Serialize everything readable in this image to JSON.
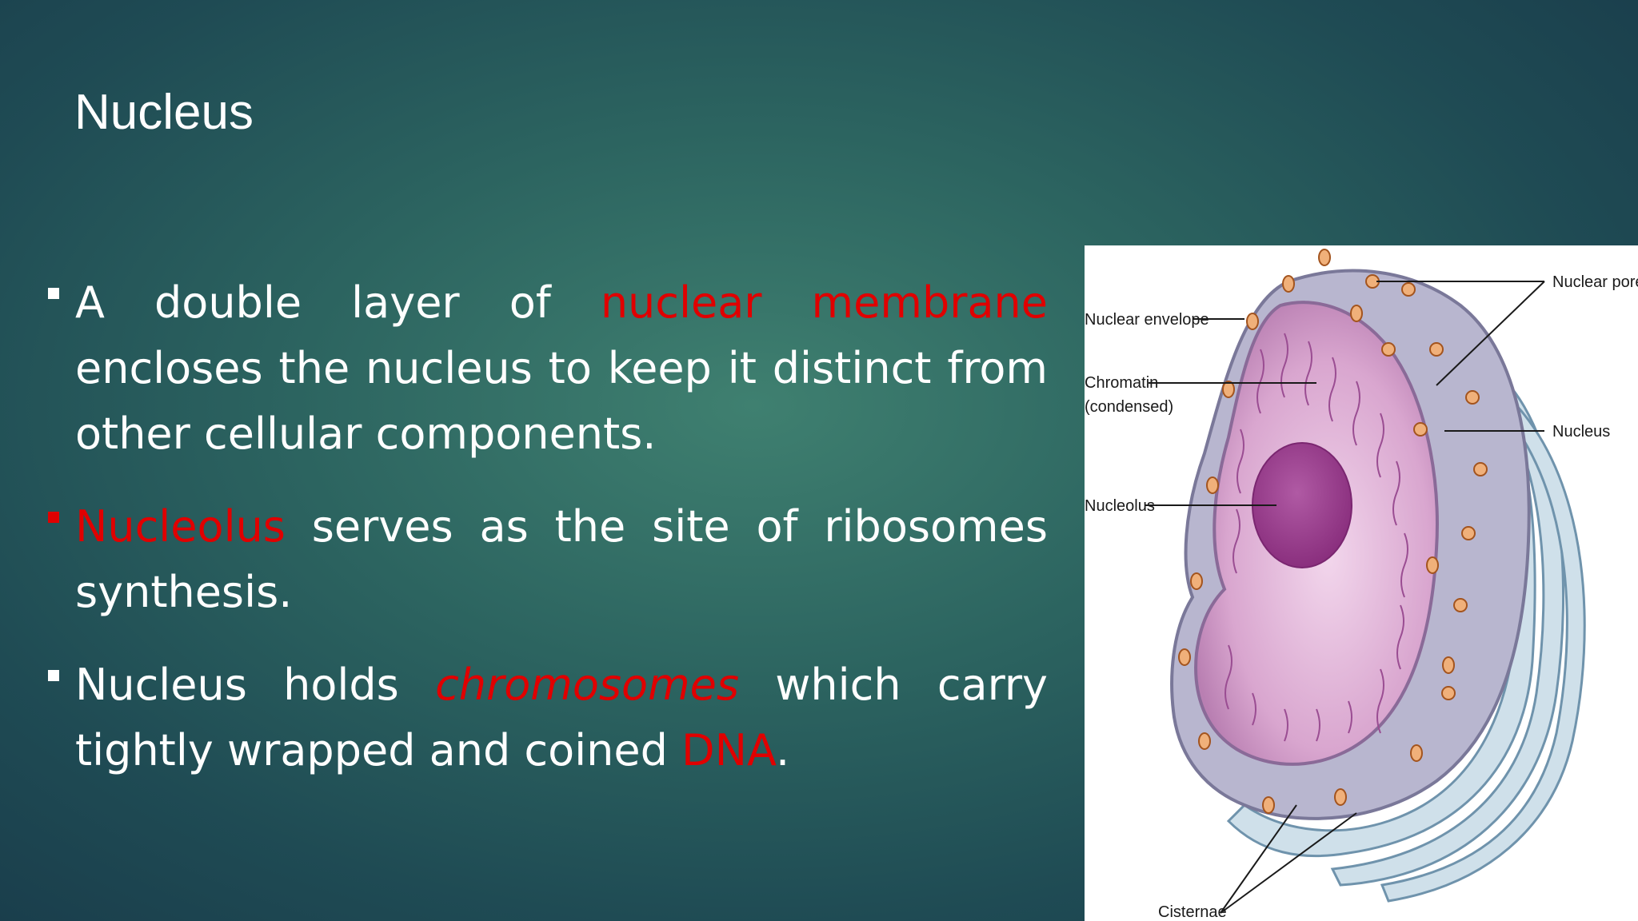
{
  "slide": {
    "title": "Nucleus",
    "bullets": [
      {
        "marker_color": "#ffffff",
        "segments": [
          {
            "text": "A double layer of ",
            "color": "#ffffff"
          },
          {
            "text": "nuclear membrane",
            "color": "#e00000"
          },
          {
            "text": " encloses the nucleus to keep it distinct from other cellular components.",
            "color": "#ffffff"
          }
        ]
      },
      {
        "marker_color": "#e00000",
        "segments": [
          {
            "text": "Nucleolus",
            "color": "#e00000"
          },
          {
            "text": " serves as the site of ribosomes synthesis.",
            "color": "#ffffff"
          }
        ]
      },
      {
        "marker_color": "#ffffff",
        "segments": [
          {
            "text": "Nucleus holds ",
            "color": "#ffffff"
          },
          {
            "text": "chromosomes",
            "color": "#e00000",
            "italic": true
          },
          {
            "text": " which carry tightly wrapped and coined ",
            "color": "#ffffff"
          },
          {
            "text": "DNA",
            "color": "#e00000"
          },
          {
            "text": ".",
            "color": "#ffffff"
          }
        ]
      }
    ]
  },
  "figure": {
    "labels": {
      "nuclear_pores": "Nuclear pores",
      "nuclear_envelope": "Nuclear envelope",
      "chromatin_1": "Chromatin",
      "chromatin_2": "(condensed)",
      "nucleus": "Nucleus",
      "nucleolus": "Nucleolus",
      "cisternae": "Cisternae"
    }
  }
}
